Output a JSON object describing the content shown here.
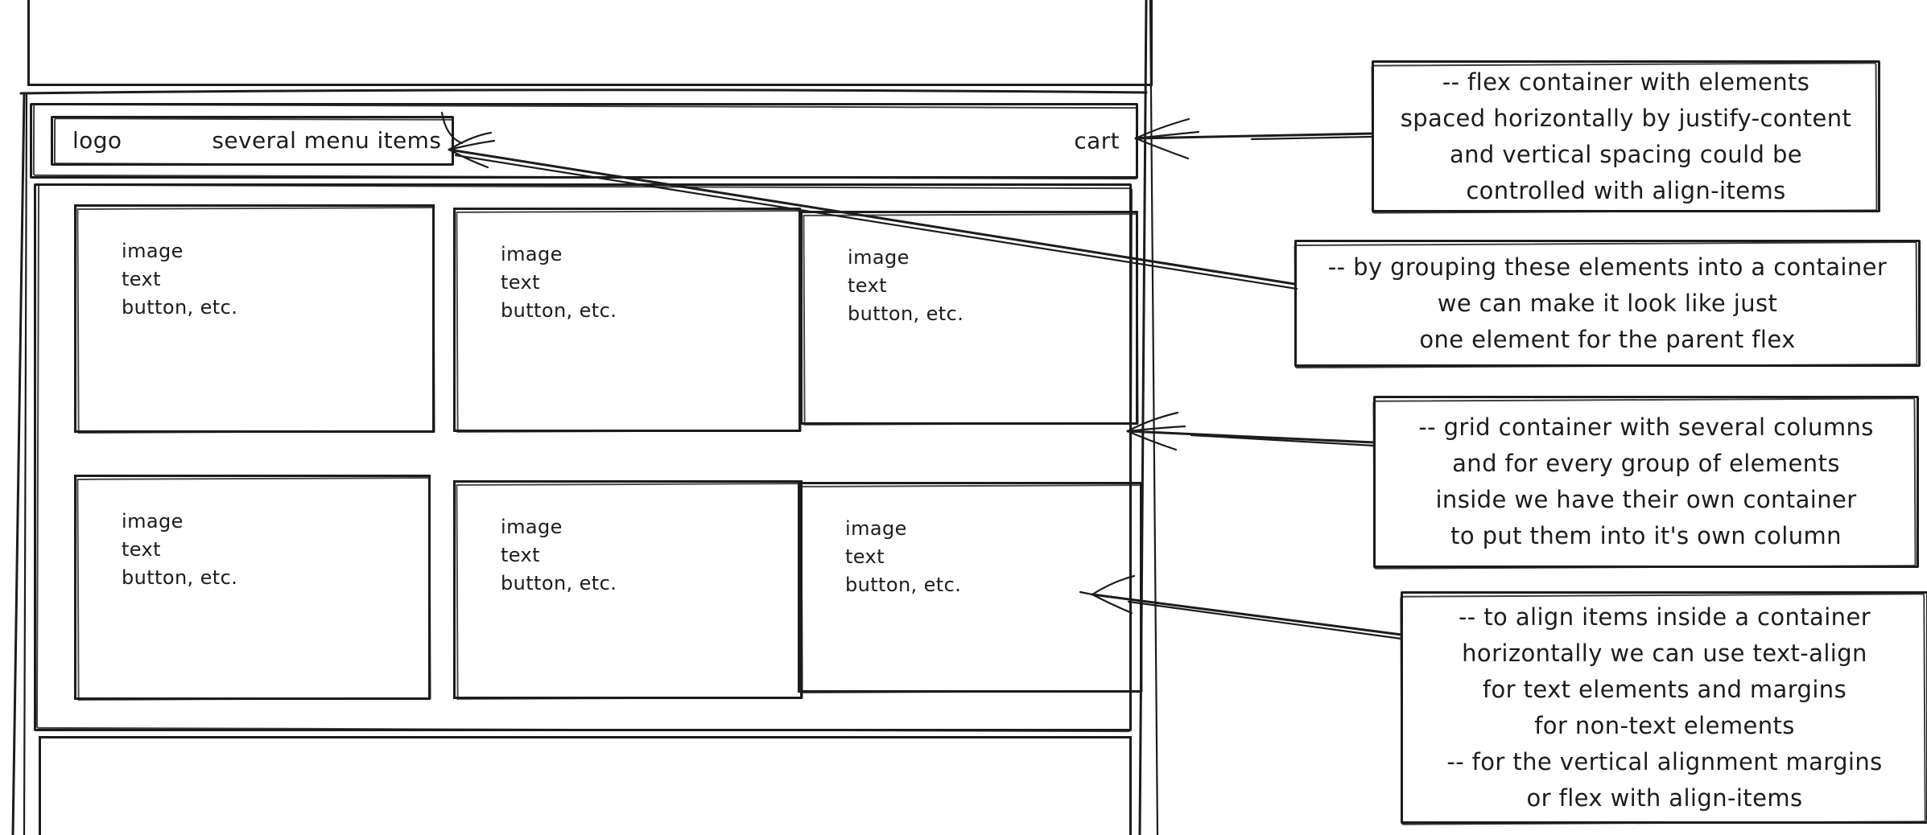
{
  "colors": {
    "stroke": "#1c1c1c",
    "background": "#ffffff"
  },
  "wireframe": {
    "navbar": {
      "logo_label": "logo",
      "menu_label": "several menu items",
      "cart_label": "cart"
    },
    "cards": [
      {
        "lines": [
          "image",
          "text",
          "button, etc."
        ]
      },
      {
        "lines": [
          "image",
          "text",
          "button, etc."
        ]
      },
      {
        "lines": [
          "image",
          "text",
          "button, etc."
        ]
      },
      {
        "lines": [
          "image",
          "text",
          "button, etc."
        ]
      },
      {
        "lines": [
          "image",
          "text",
          "button, etc."
        ]
      },
      {
        "lines": [
          "image",
          "text",
          "button, etc."
        ]
      }
    ]
  },
  "annotations": [
    {
      "id": "flex-note",
      "text": "-- flex container with elements\nspaced horizontally by justify-content\nand vertical spacing could be\ncontrolled with align-items"
    },
    {
      "id": "grouping-note",
      "text": "-- by grouping these elements into a container\nwe can make it look like just\none element for the parent flex"
    },
    {
      "id": "grid-note",
      "text": "-- grid container with several columns\nand for every group of elements\ninside we have their own container\nto put them into it's own column"
    },
    {
      "id": "align-note",
      "text": "-- to align items inside a container\nhorizontally we can use text-align\nfor text elements and margins\nfor non-text elements\n-- for the vertical alignment margins\nor flex with align-items"
    }
  ]
}
